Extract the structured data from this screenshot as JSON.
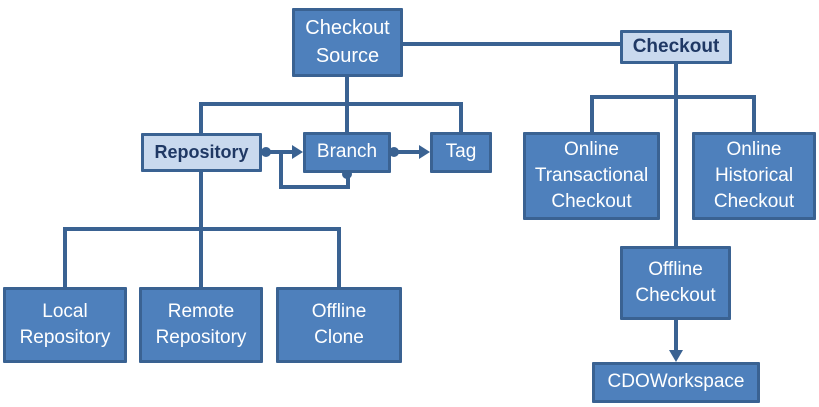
{
  "colors": {
    "node_fill": "#4E80BC",
    "node_fill_light": "#C9D9EE",
    "node_border": "#3A6292",
    "connector": "#3A6292",
    "text_on_dark": "#FFFFFF",
    "text_on_light": "#1F3864",
    "background": "#FFFFFF"
  },
  "nodes": {
    "checkout_source": {
      "label": "Checkout\nSource",
      "variant": "dark"
    },
    "checkout": {
      "label": "Checkout",
      "variant": "light"
    },
    "repository": {
      "label": "Repository",
      "variant": "light"
    },
    "branch": {
      "label": "Branch",
      "variant": "dark"
    },
    "tag": {
      "label": "Tag",
      "variant": "dark"
    },
    "online_transactional_checkout": {
      "label": "Online\nTransactional\nCheckout",
      "variant": "dark"
    },
    "online_historical_checkout": {
      "label": "Online\nHistorical\nCheckout",
      "variant": "dark"
    },
    "local_repository": {
      "label": "Local\nRepository",
      "variant": "dark"
    },
    "remote_repository": {
      "label": "Remote\nRepository",
      "variant": "dark"
    },
    "offline_clone": {
      "label": "Offline\nClone",
      "variant": "dark"
    },
    "offline_checkout": {
      "label": "Offline\nCheckout",
      "variant": "dark"
    },
    "cdo_workspace": {
      "label": "CDOWorkspace",
      "variant": "dark"
    }
  },
  "edges": [
    {
      "from": "checkout_source",
      "to": "checkout",
      "type": "line"
    },
    {
      "from": "checkout_source",
      "to": "repository",
      "type": "tree"
    },
    {
      "from": "checkout_source",
      "to": "branch",
      "type": "tree"
    },
    {
      "from": "checkout_source",
      "to": "tag",
      "type": "tree"
    },
    {
      "from": "repository",
      "to": "branch",
      "type": "aggregation-arrow"
    },
    {
      "from": "branch",
      "to": "branch",
      "type": "aggregation-arrow-self"
    },
    {
      "from": "branch",
      "to": "tag",
      "type": "aggregation-arrow"
    },
    {
      "from": "repository",
      "to": "local_repository",
      "type": "tree"
    },
    {
      "from": "repository",
      "to": "remote_repository",
      "type": "tree"
    },
    {
      "from": "repository",
      "to": "offline_clone",
      "type": "tree"
    },
    {
      "from": "checkout",
      "to": "online_transactional_checkout",
      "type": "tree"
    },
    {
      "from": "checkout",
      "to": "online_historical_checkout",
      "type": "tree"
    },
    {
      "from": "checkout",
      "to": "offline_checkout",
      "type": "tree"
    },
    {
      "from": "offline_checkout",
      "to": "cdo_workspace",
      "type": "arrow"
    }
  ]
}
